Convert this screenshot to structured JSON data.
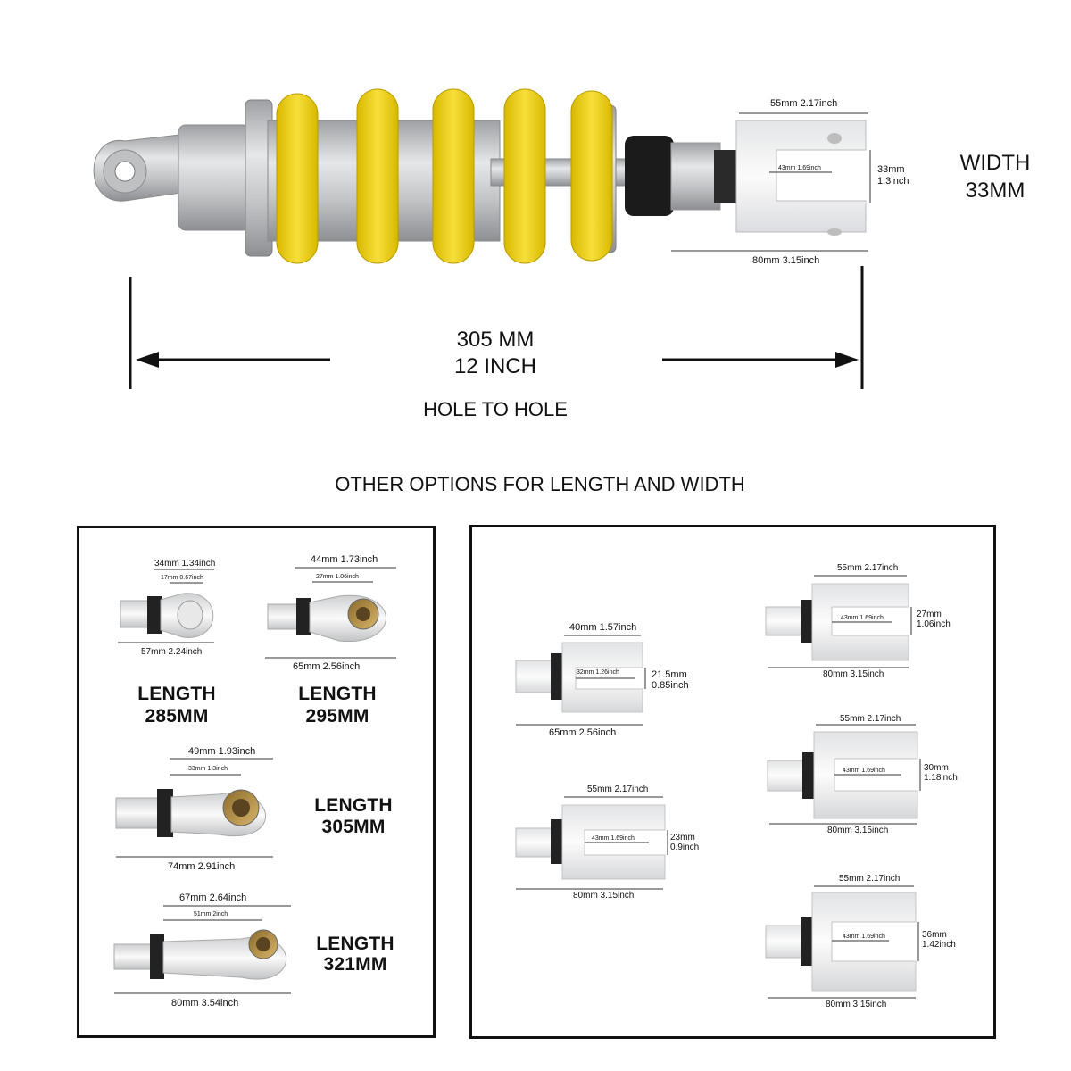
{
  "main": {
    "top_width": "55mm 2.17inch",
    "top_height_mm": "33mm",
    "top_height_in": "1.3inch",
    "top_inner": "43mm 1.69inch",
    "top_length": "80mm  3.15inch",
    "width_label_1": "WIDTH",
    "width_label_2": "33MM",
    "overall_mm": "305 MM",
    "overall_in": "12 INCH",
    "hole_to_hole": "HOLE TO HOLE"
  },
  "section_title": "OTHER OPTIONS FOR LENGTH AND WIDTH",
  "left_panel": {
    "items": [
      {
        "top": "34mm 1.34inch",
        "inner": "17mm  0.67inch",
        "bottom": "57mm  2.24inch",
        "length_1": "LENGTH",
        "length_2": "285MM"
      },
      {
        "top": "44mm 1.73inch",
        "inner": "27mm  1.06inch",
        "bottom": "65mm  2.56inch",
        "length_1": "LENGTH",
        "length_2": "295MM"
      },
      {
        "top": "49mm 1.93inch",
        "inner": "33mm  1.3inch",
        "bottom": "74mm  2.91inch",
        "length_1": "LENGTH",
        "length_2": "305MM"
      },
      {
        "top": "67mm 2.64inch",
        "inner": "51mm  2inch",
        "bottom": "80mm  3.54inch",
        "length_1": "LENGTH",
        "length_2": "321MM"
      }
    ]
  },
  "right_panel": {
    "items": [
      {
        "top": "40mm 1.57inch",
        "inner": "32mm 1.26inch",
        "height_mm": "21.5mm",
        "height_in": "0.85inch",
        "bottom": "65mm  2.56inch"
      },
      {
        "top": "55mm 2.17inch",
        "inner": "43mm 1.69inch",
        "height_mm": "23mm",
        "height_in": "0.9inch",
        "bottom": "80mm  3.15inch"
      },
      {
        "top": "55mm 2.17inch",
        "inner": "43mm 1.69inch",
        "height_mm": "27mm",
        "height_in": "1.06inch",
        "bottom": "80mm  3.15inch"
      },
      {
        "top": "55mm 2.17inch",
        "inner": "43mm 1.69inch",
        "height_mm": "30mm",
        "height_in": "1.18inch",
        "bottom": "80mm  3.15inch"
      },
      {
        "top": "55mm 2.17inch",
        "inner": "43mm 1.69inch",
        "height_mm": "36mm",
        "height_in": "1.42inch",
        "bottom": "80mm  3.15inch"
      }
    ]
  },
  "colors": {
    "spring": "#f2d321",
    "spring_shade": "#d6b400",
    "silver": "#c8c9cb",
    "dark": "#1b1b1b",
    "white_part": "#f2f2f2"
  }
}
